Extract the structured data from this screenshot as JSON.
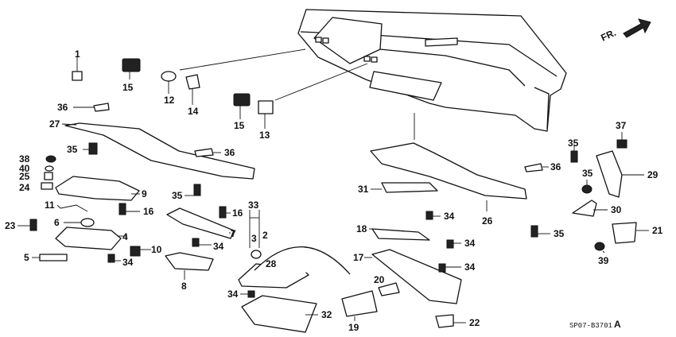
{
  "diagram": {
    "ref_code": "SP07-B3701",
    "ref_suffix": "A",
    "direction_label": "FR."
  },
  "callouts": [
    {
      "id": "c1",
      "text": "1"
    },
    {
      "id": "c2",
      "text": "2"
    },
    {
      "id": "c3",
      "text": "3"
    },
    {
      "id": "c4",
      "text": "4"
    },
    {
      "id": "c5",
      "text": "5"
    },
    {
      "id": "c6",
      "text": "6"
    },
    {
      "id": "c7",
      "text": "7"
    },
    {
      "id": "c8",
      "text": "8"
    },
    {
      "id": "c9",
      "text": "9"
    },
    {
      "id": "c10",
      "text": "10"
    },
    {
      "id": "c11",
      "text": "11"
    },
    {
      "id": "c12",
      "text": "12"
    },
    {
      "id": "c13",
      "text": "13"
    },
    {
      "id": "c14",
      "text": "14"
    },
    {
      "id": "c15a",
      "text": "15"
    },
    {
      "id": "c15b",
      "text": "15"
    },
    {
      "id": "c16a",
      "text": "16"
    },
    {
      "id": "c16b",
      "text": "16"
    },
    {
      "id": "c17",
      "text": "17"
    },
    {
      "id": "c18",
      "text": "18"
    },
    {
      "id": "c19",
      "text": "19"
    },
    {
      "id": "c20",
      "text": "20"
    },
    {
      "id": "c21",
      "text": "21"
    },
    {
      "id": "c22",
      "text": "22"
    },
    {
      "id": "c23",
      "text": "23"
    },
    {
      "id": "c24",
      "text": "24"
    },
    {
      "id": "c25",
      "text": "25"
    },
    {
      "id": "c26",
      "text": "26"
    },
    {
      "id": "c27",
      "text": "27"
    },
    {
      "id": "c28",
      "text": "28"
    },
    {
      "id": "c29",
      "text": "29"
    },
    {
      "id": "c30",
      "text": "30"
    },
    {
      "id": "c31",
      "text": "31"
    },
    {
      "id": "c32",
      "text": "32"
    },
    {
      "id": "c33",
      "text": "33"
    },
    {
      "id": "c34a",
      "text": "34"
    },
    {
      "id": "c34b",
      "text": "34"
    },
    {
      "id": "c34c",
      "text": "34"
    },
    {
      "id": "c34d",
      "text": "34"
    },
    {
      "id": "c34e",
      "text": "34"
    },
    {
      "id": "c34f",
      "text": "34"
    },
    {
      "id": "c35a",
      "text": "35"
    },
    {
      "id": "c35b",
      "text": "35"
    },
    {
      "id": "c35c",
      "text": "35"
    },
    {
      "id": "c35d",
      "text": "35"
    },
    {
      "id": "c35e",
      "text": "35"
    },
    {
      "id": "c36a",
      "text": "36"
    },
    {
      "id": "c36b",
      "text": "36"
    },
    {
      "id": "c36c",
      "text": "36"
    },
    {
      "id": "c37",
      "text": "37"
    },
    {
      "id": "c38",
      "text": "38"
    },
    {
      "id": "c39",
      "text": "39"
    },
    {
      "id": "c40",
      "text": "40"
    }
  ]
}
